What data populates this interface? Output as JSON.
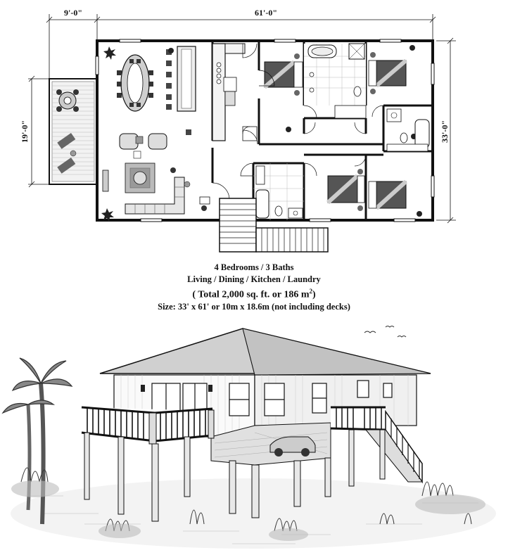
{
  "floor_plan": {
    "dimensions": {
      "deck_width": "9'-0\"",
      "house_width": "61'-0\"",
      "deck_depth": "19'-0\"",
      "house_depth": "33'-0\""
    }
  },
  "caption": {
    "rooms_line": "4 Bedrooms / 3 Baths",
    "areas_line": "Living / Dining / Kitchen / Laundry",
    "total_line": "( Total 2,000 sq. ft. or 186 m",
    "total_sup": "2",
    "total_close": ")",
    "size_line": "Size: 33' x 61' or 10m x 18.6m (not including decks)"
  }
}
